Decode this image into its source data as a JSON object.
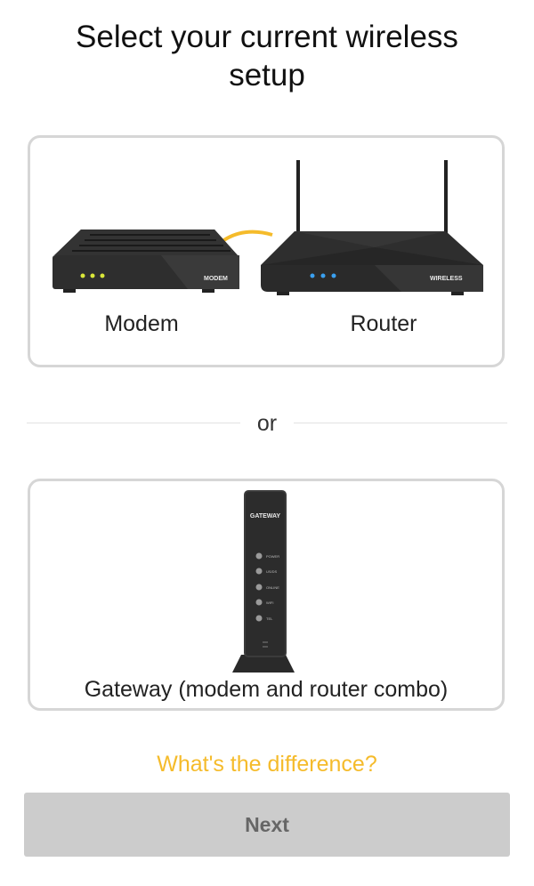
{
  "header": {
    "title_line1": "Select your current wireless",
    "title_line2": "setup"
  },
  "option_separate": {
    "modem_label": "Modem",
    "router_label": "Router",
    "modem_device_text": "MODEM",
    "router_device_text": "WIRELESS",
    "modem_led_color": "#d9e63a",
    "router_led_color": "#3aa0f0",
    "cable_color": "#f5bb2b"
  },
  "divider": {
    "text": "or"
  },
  "option_gateway": {
    "label": "Gateway (modem and router combo)",
    "device_text": "GATEWAY",
    "indicators": [
      "POWER",
      "US/DS",
      "ONLINE",
      "WIFI",
      "TEL"
    ]
  },
  "help_link": {
    "label": "What's the difference?",
    "color": "#f5bb2b"
  },
  "next_button": {
    "label": "Next",
    "background": "#cccccc"
  }
}
